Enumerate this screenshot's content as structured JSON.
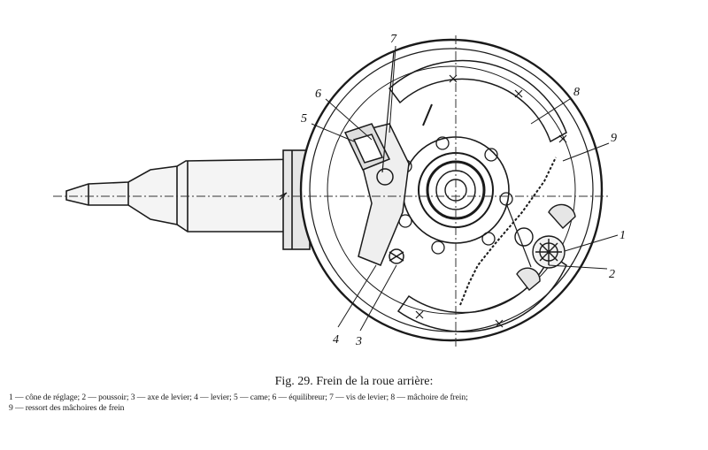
{
  "figure": {
    "caption_title": "Fig. 29. Frein de la roue arrière:",
    "legend_line1": "1 — cône de réglage; 2 — poussoir; 3 — axe de levier; 4 — levier; 5 — came; 6 — équilibreur; 7 — vis de levier; 8 — mâchoire de frein;",
    "legend_line2": "9 — ressort des mâchoires de frein",
    "labels": {
      "l1": "1",
      "l2": "2",
      "l3": "3",
      "l4": "4",
      "l5": "5",
      "l6": "6",
      "l7": "7",
      "l8": "8",
      "l9": "9"
    }
  },
  "colors": {
    "ink": "#1a1a1a",
    "paper": "#ffffff"
  }
}
